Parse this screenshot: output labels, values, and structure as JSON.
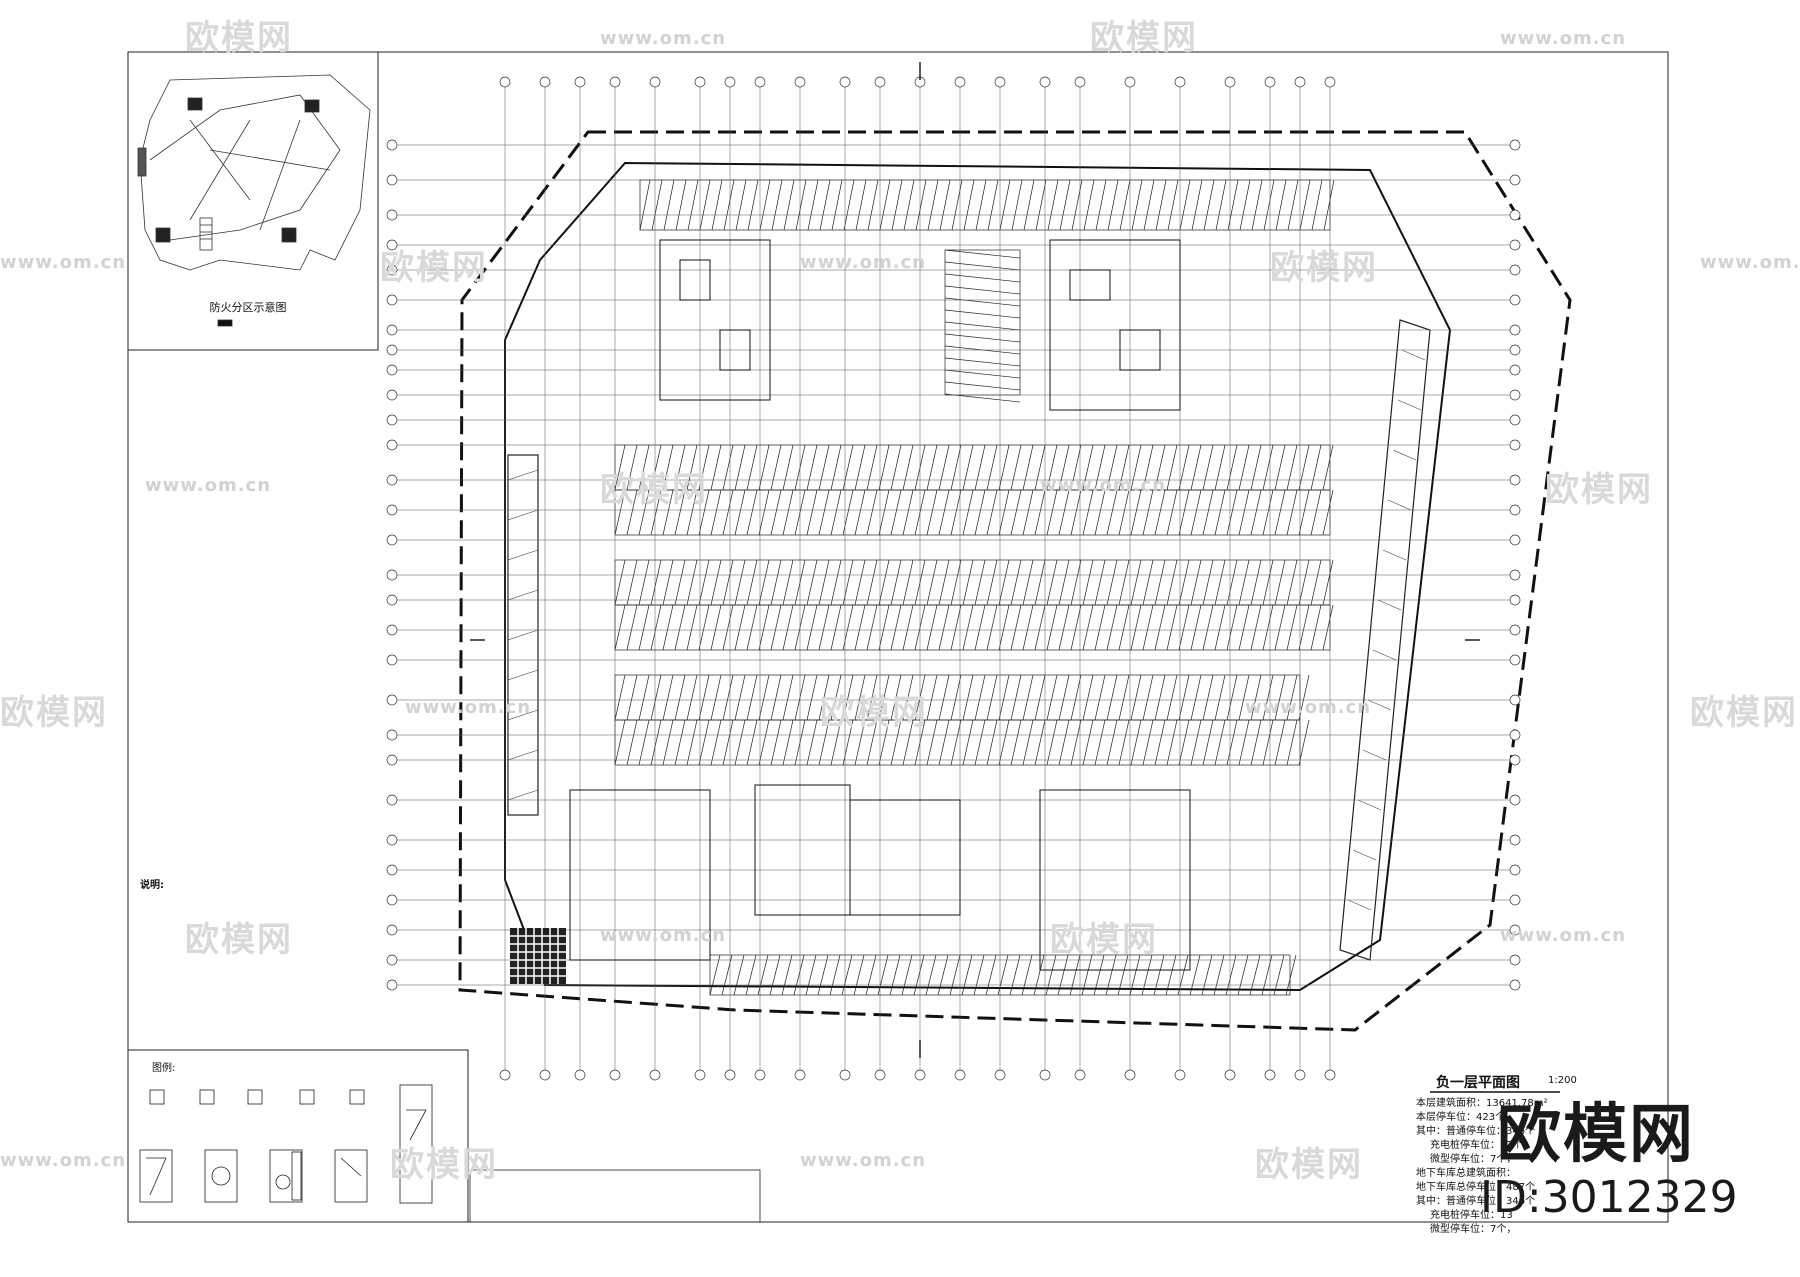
{
  "watermark": {
    "brand": "欧模网",
    "url": "www.om.cn",
    "id_label": "ID:3012329"
  },
  "inset": {
    "caption": "防火分区示意图"
  },
  "notes": {
    "title": "说明:"
  },
  "legend": {
    "title": "图例:"
  },
  "plan": {
    "title": "负一层平面图",
    "scale": "1:200",
    "stats": [
      "本层建筑面积：13641.78m²",
      "本层停车位：423个",
      "其中：普通停车位：346个",
      "充电桩停车位：72个",
      "微型停车位：7个，",
      "地下车库总建筑面积：",
      "地下车库总停车位：487个",
      "其中：普通停车位：346个",
      "充电桩停车位：13",
      "微型停车位：7个，"
    ]
  },
  "colors": {
    "line": "#1a1a1a",
    "watermark": "#d9d9d9",
    "background": "#ffffff"
  }
}
